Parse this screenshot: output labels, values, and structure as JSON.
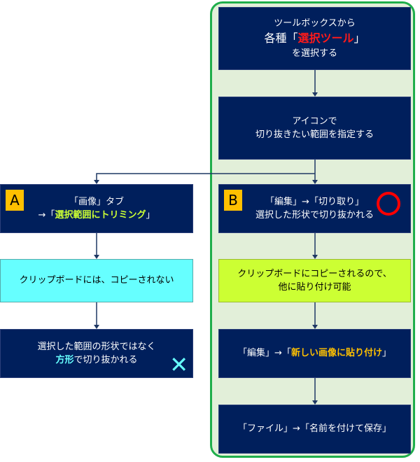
{
  "right": {
    "step1": {
      "line1": "ツールボックスから",
      "line2_pre": "各種「",
      "line2_hl": "選択ツール",
      "line2_post": "」",
      "line3": "を選択する"
    },
    "step2": {
      "line1": "アイコンで",
      "line2": "切り抜きたい範囲を指定する"
    },
    "b": {
      "badge": "B",
      "line1": "「編集」→「切り取り」",
      "line2": "選択した形状で切り抜かれる",
      "mark": "circle"
    },
    "b_clip": {
      "line1": "クリップボードにコピーされるので、",
      "line2": "他に貼り付け可能"
    },
    "paste": {
      "pre": "「編集」→「",
      "hl": "新しい画像に貼り付け",
      "post": "」"
    },
    "save": {
      "text": "「ファイル」→「名前を付けて保存」"
    }
  },
  "left": {
    "a": {
      "badge": "A",
      "line1": "「画像」タブ",
      "line2_pre": "→「",
      "line2_hl": "選択範囲にトリミング",
      "line2_post": "」"
    },
    "a_clip": {
      "text": "クリップボードには、コピーされない"
    },
    "result": {
      "line1": "選択した範囲の形状ではなく",
      "line2_hl": "方形",
      "line2_post": "で切り抜かれる",
      "mark": "✕"
    }
  },
  "colors": {
    "box": "#001f5c",
    "group_border": "#1fae4b",
    "group_bg": "#e2efd9",
    "red": "#ff1a1a",
    "yellow_green": "#ccff33",
    "orange": "#ffc000",
    "cyan": "#66ffff"
  }
}
